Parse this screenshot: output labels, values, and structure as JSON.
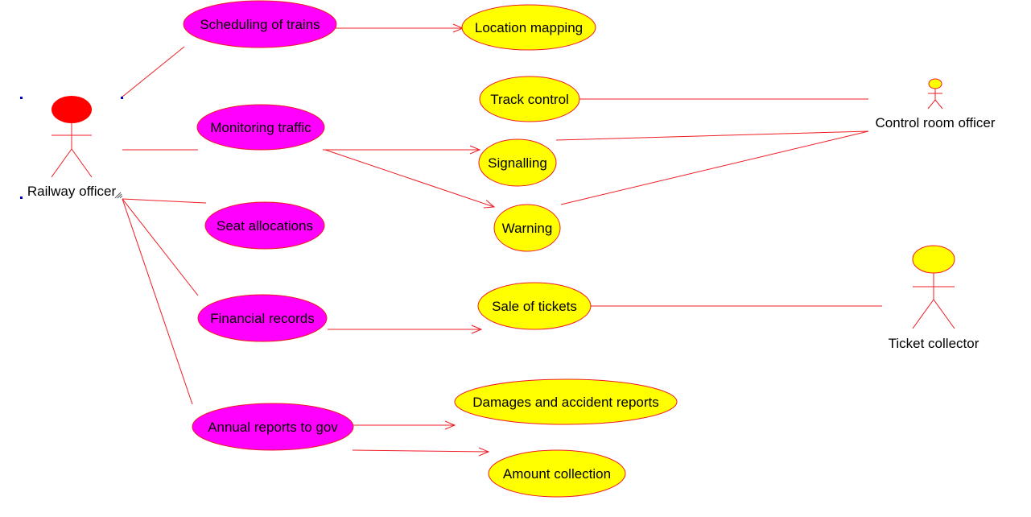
{
  "colors": {
    "line": "#ee1c24",
    "primary_usecase_fill": "#ff00ff",
    "secondary_usecase_fill": "#ffff00",
    "railway_actor_head": "#ff0000",
    "other_actor_head": "#ffff00",
    "selection_handle": "#0000cc"
  },
  "actors": {
    "railway_officer": "Railway officer",
    "control_room_officer": "Control room officer",
    "ticket_collector": "Ticket collector"
  },
  "use_cases": {
    "scheduling": "Scheduling of trains",
    "location_mapping": "Location mapping",
    "monitoring": "Monitoring traffic",
    "track_control": "Track control",
    "signalling": "Signalling",
    "warning": "Warning",
    "seat_allocations": "Seat allocations",
    "financial_records": "Financial records",
    "sale_of_tickets": "Sale of tickets",
    "annual_reports": "Annual reports to gov",
    "damages_reports": "Damages and accident reports",
    "amount_collection": "Amount collection"
  }
}
